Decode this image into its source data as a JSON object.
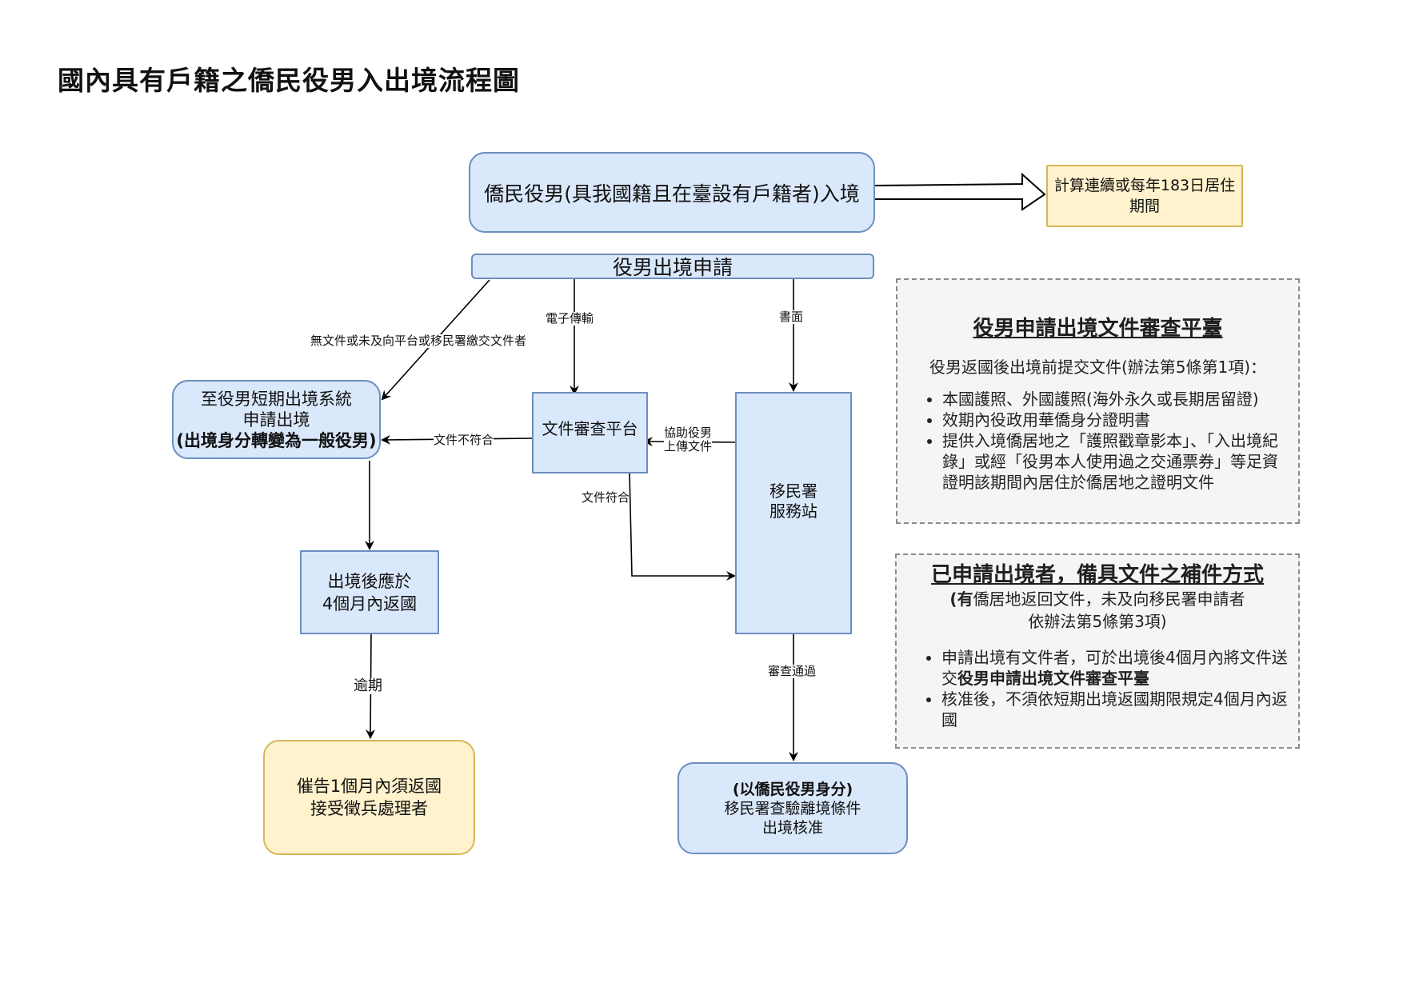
{
  "title": "國內具有戶籍之僑民役男入出境流程圖",
  "nodes": {
    "entry": "僑民役男(具我國籍且在臺設有戶籍者)入境",
    "residence_calc": [
      "計算連續或每年183日居住",
      "期間"
    ],
    "exit_application": "役男出境申請",
    "short_term_system": [
      "至役男短期出境系統",
      "申請出境",
      "(出境身分轉變為一般役男)"
    ],
    "doc_review_platform": "文件審查平台",
    "immigration_station": [
      "移民署",
      "服務站"
    ],
    "return_within_4_months": [
      "出境後應於",
      "4個月內返國"
    ],
    "notice_return": [
      "催告1個月內須返國",
      "接受徵兵處理者"
    ],
    "exit_approved": [
      "(以僑民役男身分)",
      "移民署查驗離境條件",
      "出境核准"
    ]
  },
  "edge_labels": {
    "no_docs": "無文件或未及向平台或移民署繳交文件者",
    "electronic": "電子傳輸",
    "paper": "書面",
    "docs_not_match": "文件不符合",
    "assist_upload": [
      "協助役男",
      "上傳文件"
    ],
    "docs_match": "文件符合",
    "overdue": "逾期",
    "review_passed": "審查通過"
  },
  "panel_platform": {
    "heading": "役男申請出境文件審查平臺",
    "intro": "役男返國後出境前提交文件(辦法第5條第1項)：",
    "items": [
      "本國護照、外國護照(海外永久或長期居留證)",
      "效期內役政用華僑身分證明書",
      "提供入境僑居地之「護照戳章影本」、「入出境紀錄」或經「役男本人使用過之交通票券」等足資證明該期間內居住於僑居地之證明文件"
    ]
  },
  "panel_supplement": {
    "heading": "已申請出境者，備具文件之補件方式",
    "sub1_bold": "(有",
    "sub1_rest": "僑居地返回文件，未及向移民署申請者",
    "sub2": "依辦法第5條第3項)",
    "item1_prefix": "申請出境有文件者，可於出境後4個月內將文件送交",
    "item1_bold": "役男申請出境文件審查平臺",
    "item2": "核准後，不須依短期出境返國期限規定4個月內返國"
  },
  "colors": {
    "node_blue_fill": "#dae8fc",
    "node_blue_stroke": "#6c8ebf",
    "node_yellow_fill": "#fff2cc",
    "node_yellow_stroke": "#d6b656",
    "panel_fill": "#f5f5f5",
    "panel_stroke": "#8c8c8c"
  }
}
